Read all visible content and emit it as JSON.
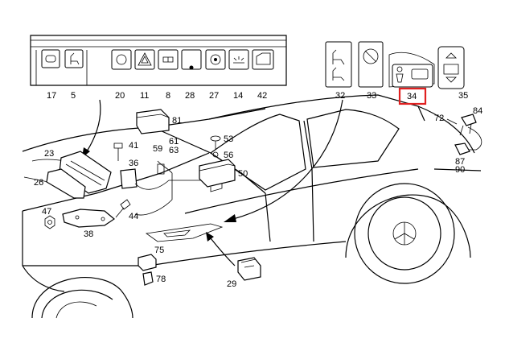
{
  "diagram": {
    "highlight_color": "#e02020",
    "highlighted_part": "34",
    "switch_panel_labels": [
      "17",
      "5",
      "20",
      "11",
      "8",
      "28",
      "27",
      "14",
      "42"
    ],
    "right_switch_labels": [
      "32",
      "33",
      "34",
      "35"
    ],
    "part_labels": [
      "81",
      "41",
      "61",
      "63",
      "59",
      "53",
      "56",
      "23",
      "36",
      "50",
      "26",
      "47",
      "44",
      "38",
      "72",
      "84",
      "87",
      "90",
      "75",
      "29",
      "78"
    ],
    "icons": [
      "rear-defrost-icon",
      "seat-icon",
      "recirculation-icon",
      "hazard-triangle-icon",
      "headlamp-icon",
      "dot-icon",
      "fan-icon",
      "interior-light-icon",
      "door-icon",
      "seat-heater-icon",
      "seat-off-icon",
      "child-lock-icon",
      "window-switch-icon"
    ]
  }
}
